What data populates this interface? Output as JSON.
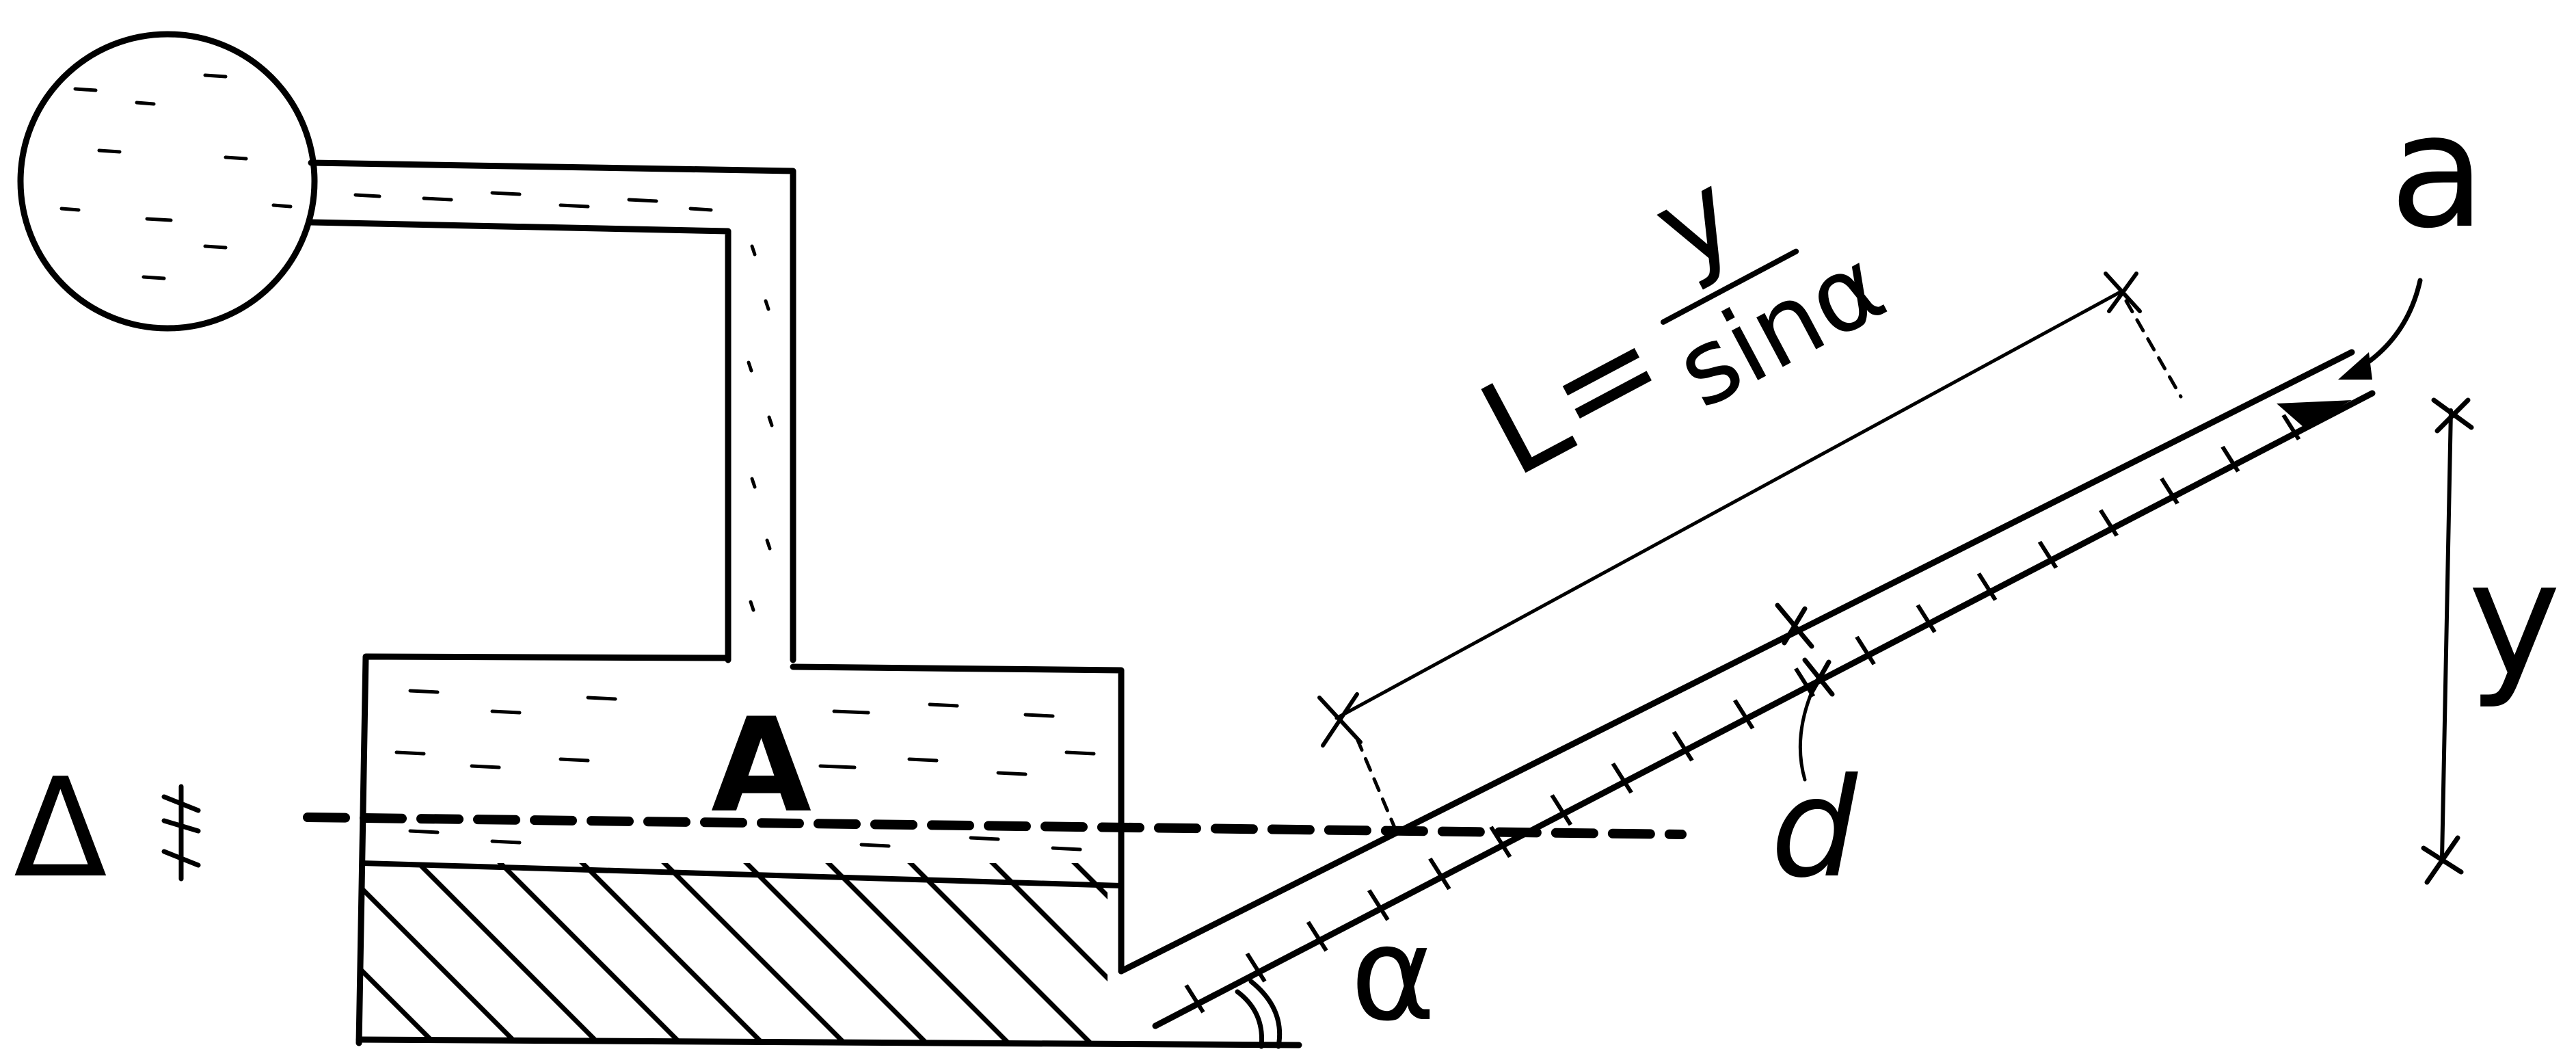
{
  "labels": {
    "A": "A",
    "alpha": "α",
    "delta": "Δ",
    "d": "d",
    "y": "y",
    "a": "a",
    "L_prefix": "L=",
    "L_numerator": "y",
    "L_denominator": "sinα"
  }
}
